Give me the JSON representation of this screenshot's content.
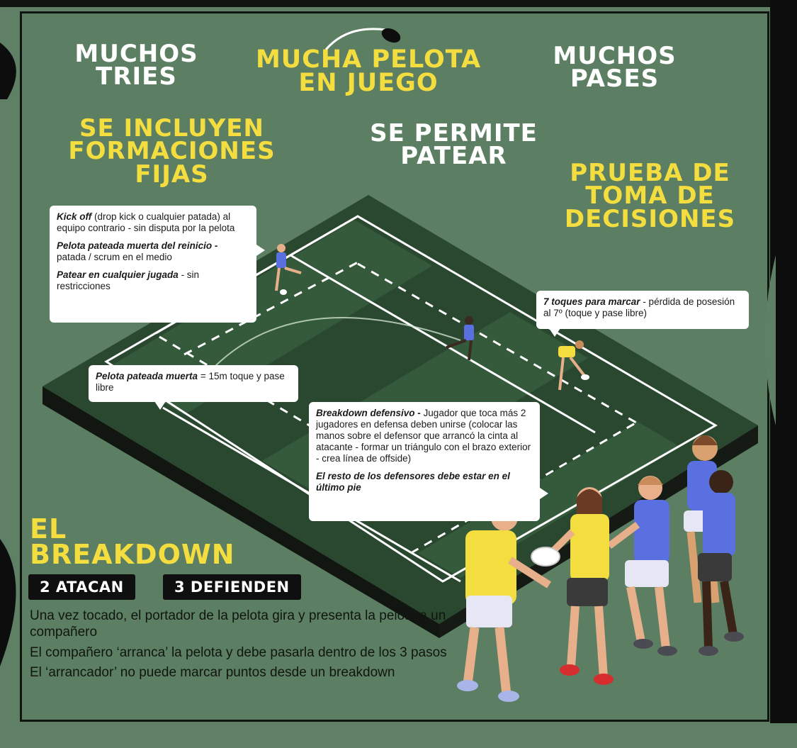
{
  "headlines": {
    "muchos_tries": "MUCHOS TRIES",
    "mucha_pelota": "MUCHA PELOTA EN JUEGO",
    "muchos_pases": "MUCHOS PASES",
    "formaciones": "SE INCLUYEN FORMACIONES FIJAS",
    "patear": "SE PERMITE PATEAR",
    "prueba": "PRUEBA DE TOMA DE DECISIONES"
  },
  "callouts": {
    "kickoff": {
      "title": "Kick off",
      "text": " (drop kick o cualquier patada) al equipo contrario - sin disputa por la pelota",
      "title2": "Pelota pateada muerta del reinicio -",
      "text2": " patada / scrum en el medio",
      "title3": "Patear en cualquier jugada",
      "text3": " - sin restricciones"
    },
    "muerta": {
      "title": "Pelota pateada muerta",
      "text": " = 15m toque y pase libre"
    },
    "toques": {
      "title": "7 toques para marcar",
      "text": " - pérdida de posesión al 7º (toque y pase libre)"
    },
    "breakdown": {
      "title": "Breakdown defensivo -",
      "text": " Jugador que toca más 2 jugadores en defensa deben unirse (colocar las manos sobre el defensor que arrancó la cinta al atacante - formar un triángulo con el brazo exterior - crea línea de offside)",
      "note": "El resto de los defensores debe estar en el último pie"
    }
  },
  "breakdown_section": {
    "title_line1": "EL",
    "title_line2": "BREAKDOWN",
    "attack_label": "2 ATACAN",
    "defend_label": "3 DEFIENDEN",
    "rules": [
      "Una vez tocado, el portador de la pelota gira y presenta la pelota a un compañero",
      "El compañero ‘arranca’ la pelota y debe pasarla dentro de los 3 pasos",
      "El ‘arrancador’ no puede marcar puntos  desde un breakdown"
    ]
  },
  "colors": {
    "background": "#5c7f63",
    "headline_yellow": "#f4dd3f",
    "pitch_dark": "#2c4a32",
    "pitch_light": "#3a5f40",
    "attack_yellow": "#f4dd3f",
    "defend_blue": "#5a6fe0"
  }
}
